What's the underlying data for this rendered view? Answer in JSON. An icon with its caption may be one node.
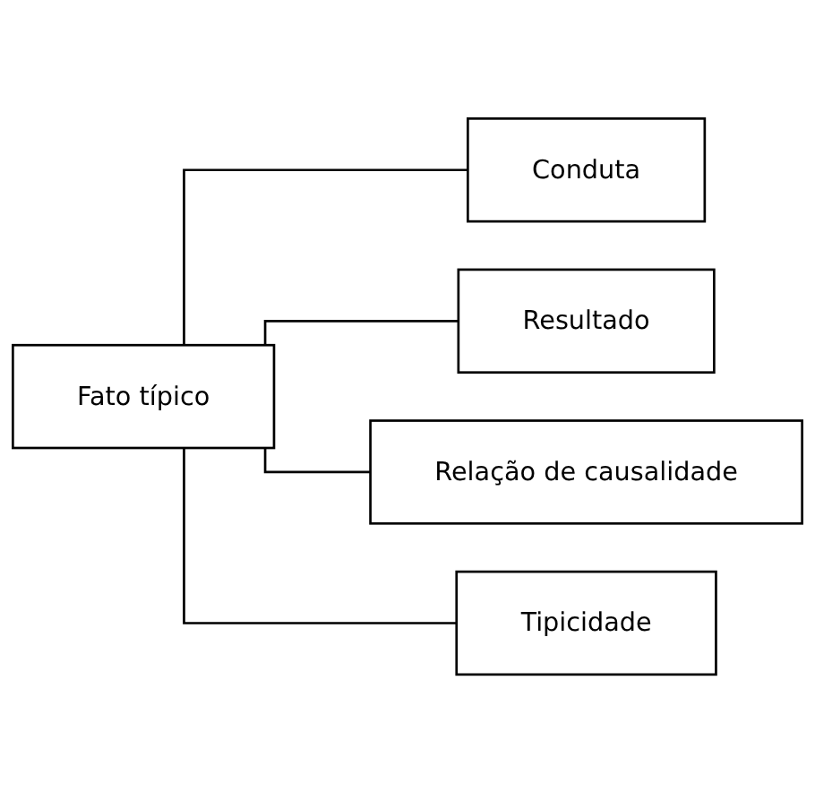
{
  "diagram": {
    "nodes": [
      {
        "text": [
          "Fato típico"
        ]
      },
      {
        "text": [
          "Conduta"
        ]
      },
      {
        "text": [
          "Resultado"
        ]
      },
      {
        "text": [
          "Relação de causalidade"
        ]
      },
      {
        "text": [
          "Tipicidade"
        ]
      }
    ],
    "edges": [
      {
        "from": 0,
        "to": 1,
        "arrow": "none"
      },
      {
        "from": 0,
        "to": 2,
        "arrow": "none"
      },
      {
        "from": 0,
        "to": 3,
        "arrow": "none"
      },
      {
        "from": 0,
        "to": 4,
        "arrow": "none"
      }
    ]
  }
}
